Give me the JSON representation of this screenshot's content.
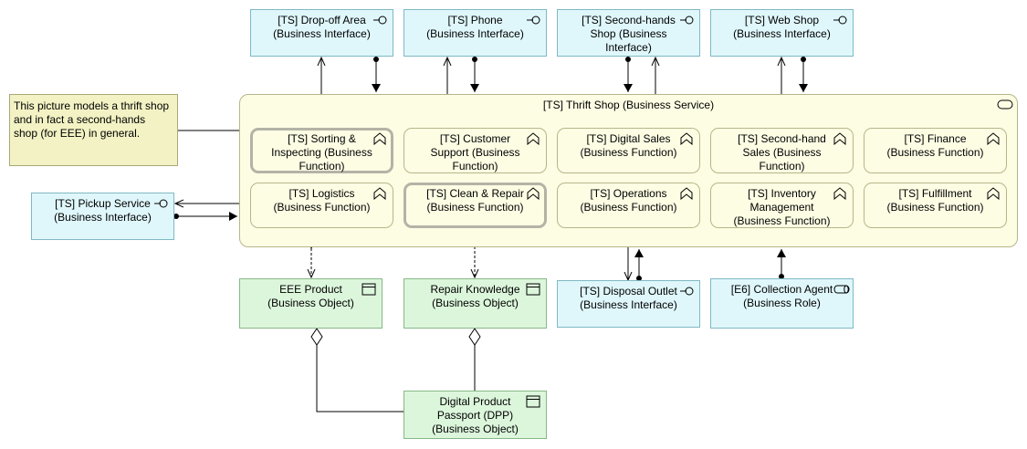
{
  "diagram": {
    "note": "This picture models a thrift shop and in fact a second-hands shop (for EEE) in general.",
    "interfaces": {
      "dropoff": "[TS] Drop-off Area (Business Interface)",
      "phone": "[TS] Phone (Business Interface)",
      "second_hands_shop": "[TS] Second-hands Shop (Business Interface)",
      "web_shop": "[TS] Web Shop (Business Interface)",
      "pickup": "[TS] Pickup Service (Business Interface)",
      "disposal": "[TS] Disposal Outlet (Business Interface)"
    },
    "service": "[TS] Thrift Shop (Business Service)",
    "functions": {
      "sorting": "[TS] Sorting & Inspecting (Business Function)",
      "customer_support": "[TS] Customer Support (Business Function)",
      "digital_sales": "[TS] Digital Sales (Business Function)",
      "second_hand_sales": "[TS] Second-hand Sales (Business Function)",
      "finance": "[TS] Finance (Business Function)",
      "logistics": "[TS] Logistics (Business Function)",
      "clean_repair": "[TS] Clean & Repair (Business Function)",
      "operations": "[TS] Operations (Business Function)",
      "inventory": "[TS] Inventory Management (Business Function)",
      "fulfillment": "[TS] Fulfillment (Business Function)"
    },
    "objects": {
      "eee_product": "EEE Product (Business Object)",
      "repair_knowledge": "Repair Knowledge (Business Object)",
      "dpp": "Digital Product Passport (DPP) (Business Object)"
    },
    "role": "[E6] Collection Agent (Business Role)"
  }
}
